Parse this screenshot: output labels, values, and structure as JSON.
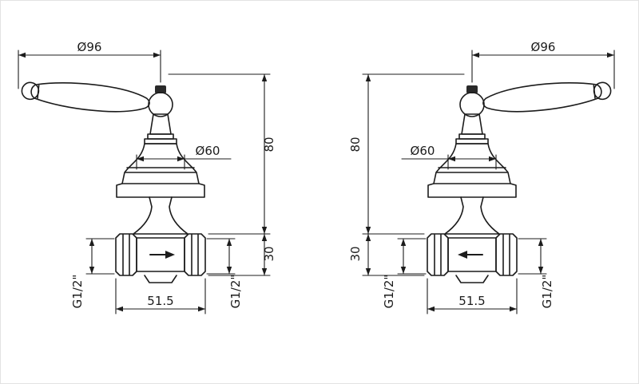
{
  "diagram": {
    "background": "#ffffff",
    "line_color": "#1c1c1c"
  },
  "valves": [
    {
      "id": "left-valve",
      "handle_direction": "up-left",
      "flow_arrow": "right",
      "dims": {
        "handle_sweep": "Ø96",
        "rosette": "Ø60",
        "height": "80",
        "depth": "30",
        "width": "51.5",
        "thread_left": "G1/2\"",
        "thread_right": "G1/2\""
      }
    },
    {
      "id": "right-valve",
      "handle_direction": "up-right",
      "flow_arrow": "left",
      "dims": {
        "handle_sweep": "Ø96",
        "rosette": "Ø60",
        "height": "80",
        "depth": "30",
        "width": "51.5",
        "thread_left": "G1/2\"",
        "thread_right": "G1/2\""
      }
    }
  ]
}
